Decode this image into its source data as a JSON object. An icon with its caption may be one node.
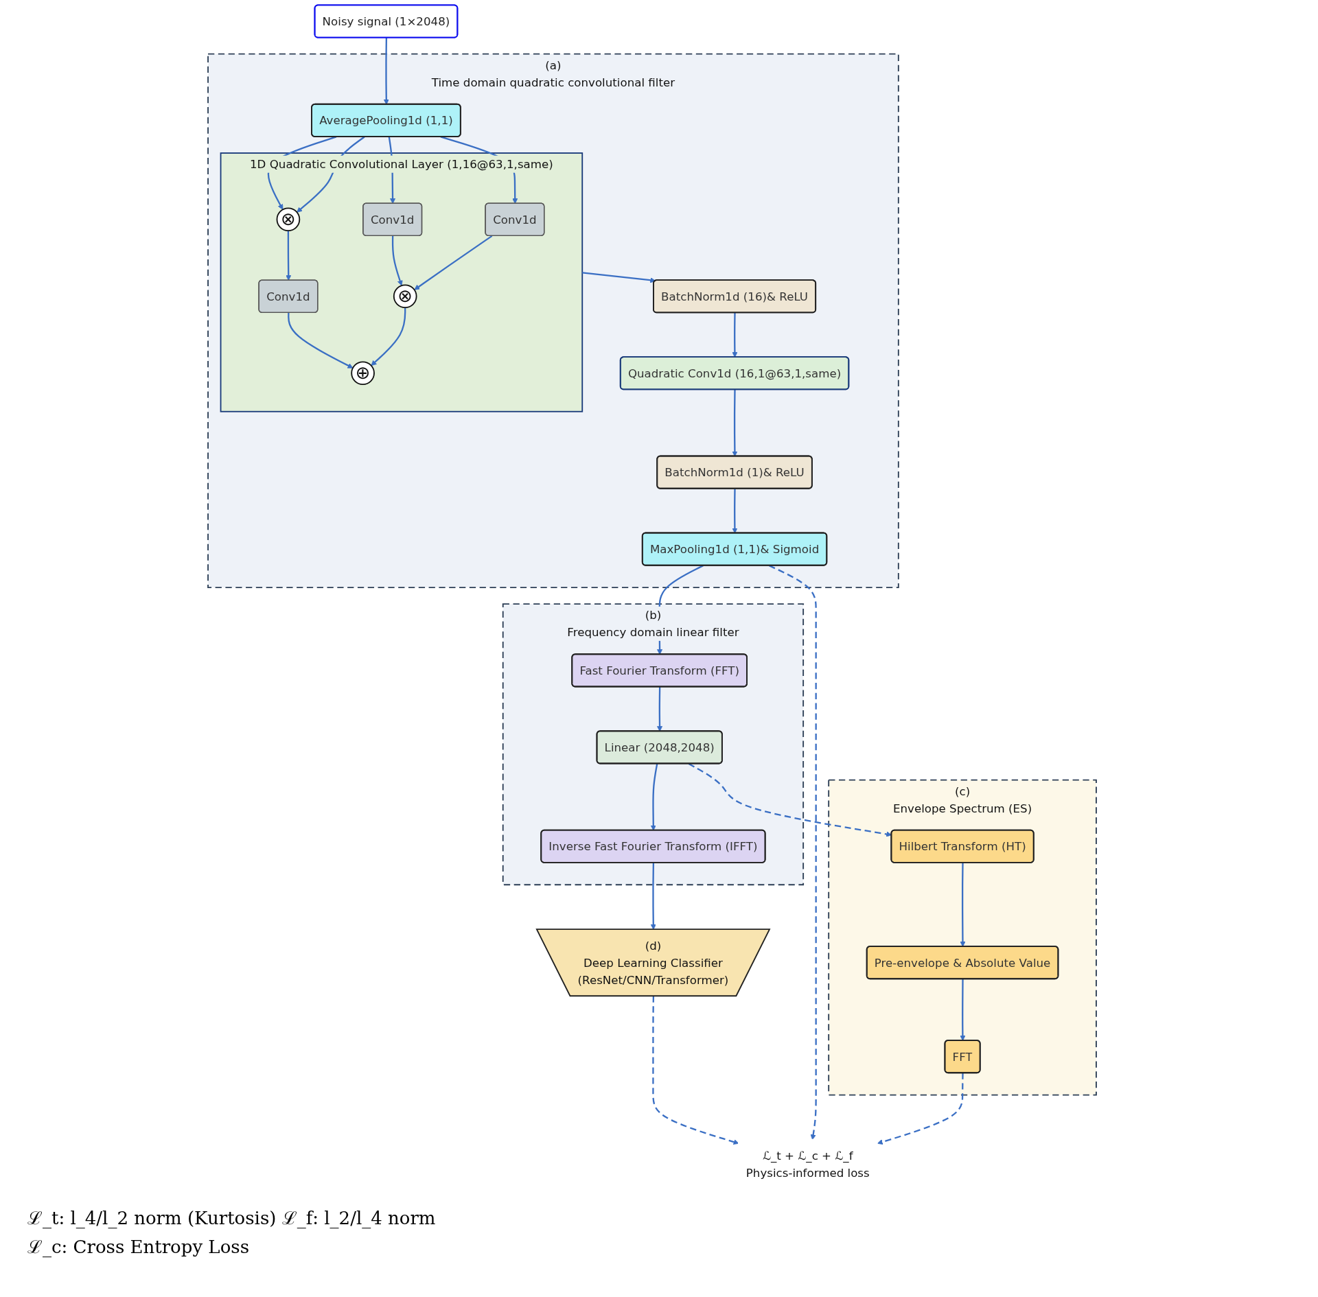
{
  "diagram": {
    "nodes": [
      {
        "text": [
          "Noisy signal (1×2048)"
        ]
      },
      {
        "text": [
          "(a)",
          "Time domain quadratic convolutional filter"
        ]
      },
      {
        "text": [
          "AveragePooling1d (1,1)"
        ],
        "in": 1
      },
      {
        "text": [
          "1D Quadratic Convolutional Layer (1,16@63,1,same)"
        ],
        "in": 1
      },
      {
        "text": [
          "Conv1d"
        ],
        "in": 3
      },
      {
        "text": [
          "Conv1d"
        ],
        "in": 3
      },
      {
        "text": [
          "⊗"
        ],
        "in": 3
      },
      {
        "text": [
          "Conv1d"
        ],
        "in": 3
      },
      {
        "text": [
          "⊗"
        ],
        "in": 3
      },
      {
        "text": [
          "⊕"
        ],
        "in": 3
      },
      {
        "text": [
          "BatchNorm1d (16)& ReLU"
        ],
        "in": 1
      },
      {
        "text": [
          "Quadratic Conv1d (16,1@63,1,same)"
        ],
        "in": 1
      },
      {
        "text": [
          "BatchNorm1d (1)& ReLU"
        ],
        "in": 1
      },
      {
        "text": [
          "MaxPooling1d (1,1)& Sigmoid"
        ],
        "in": 1
      },
      {
        "text": [
          "(b)",
          "Frequency domain linear filter"
        ]
      },
      {
        "text": [
          "Fast Fourier Transform (FFT)"
        ],
        "in": 14
      },
      {
        "text": [
          "Linear (2048,2048)"
        ],
        "in": 14
      },
      {
        "text": [
          "Inverse Fast Fourier Transform (IFFT)"
        ],
        "in": 14
      },
      {
        "text": [
          "(c)",
          "Envelope Spectrum (ES)"
        ]
      },
      {
        "text": [
          "Hilbert Transform (HT)"
        ],
        "in": 18
      },
      {
        "text": [
          "Pre-envelope & Absolute Value"
        ],
        "in": 18
      },
      {
        "text": [
          "FFT"
        ],
        "in": 18
      },
      {
        "text": [
          "(d)",
          "Deep Learning Classifier",
          "(ResNet/CNN/Transformer)"
        ]
      },
      {
        "text": [
          "ℒ_t + ℒ_c + ℒ_f",
          "Physics-informed loss"
        ]
      }
    ],
    "edges": [
      {
        "from": 0,
        "to": 2,
        "arrow": "to"
      },
      {
        "from": 2,
        "to": 6,
        "arrow": "to"
      },
      {
        "from": 2,
        "to": 6,
        "arrow": "to"
      },
      {
        "from": 2,
        "to": 4,
        "arrow": "to"
      },
      {
        "from": 2,
        "to": 5,
        "arrow": "to"
      },
      {
        "from": 4,
        "to": 8,
        "arrow": "to"
      },
      {
        "from": 5,
        "to": 8,
        "arrow": "to"
      },
      {
        "from": 6,
        "to": 7,
        "arrow": "to"
      },
      {
        "from": 8,
        "to": 9,
        "arrow": "to"
      },
      {
        "from": 7,
        "to": 9,
        "arrow": "to"
      },
      {
        "from": 3,
        "to": 10,
        "arrow": "to"
      },
      {
        "from": 10,
        "to": 11,
        "arrow": "to"
      },
      {
        "from": 11,
        "to": 12,
        "arrow": "to"
      },
      {
        "from": 12,
        "to": 13,
        "arrow": "to"
      },
      {
        "from": 13,
        "to": 15,
        "arrow": "to"
      },
      {
        "from": 15,
        "to": 16,
        "arrow": "to"
      },
      {
        "from": 16,
        "to": 17,
        "arrow": "to"
      },
      {
        "from": 17,
        "to": 22,
        "arrow": "to"
      },
      {
        "from": 16,
        "to": 19,
        "arrow": "to",
        "style": "dashed"
      },
      {
        "from": 19,
        "to": 20,
        "arrow": "to"
      },
      {
        "from": 20,
        "to": 21,
        "arrow": "to"
      },
      {
        "from": 21,
        "to": 23,
        "arrow": "to",
        "style": "dashed"
      },
      {
        "from": 13,
        "to": 23,
        "arrow": "to",
        "style": "dashed"
      },
      {
        "from": 22,
        "to": 23,
        "arrow": "to",
        "style": "dashed"
      }
    ],
    "labels": [
      "ℒ_t: l_4/l_2 norm (Kurtosis) ℒ_f: l_2/l_4 norm",
      "ℒ_c: Cross Entropy Loss"
    ]
  }
}
